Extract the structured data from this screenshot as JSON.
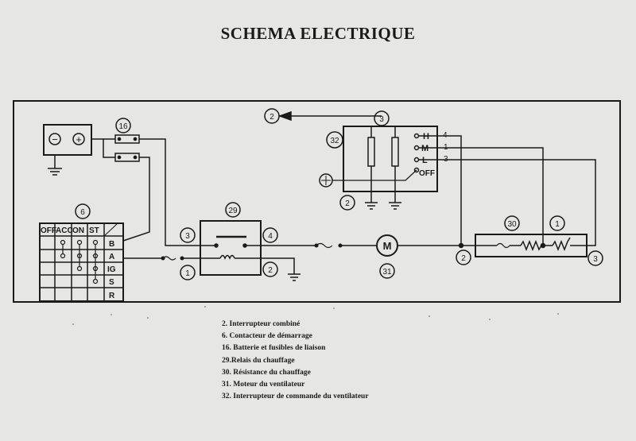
{
  "title": "SCHEMA ELECTRIQUE",
  "battery": {
    "minus": "−",
    "plus": "+"
  },
  "labels": {
    "n2_top": "2",
    "n3_top": "3",
    "n16": "16",
    "n32": "32",
    "n2_sw": "2",
    "n6": "6",
    "n29": "29",
    "n3_relay": "3",
    "n4_relay": "4",
    "n1_relay": "1",
    "n2_relay": "2",
    "n31": "31",
    "n2_wire": "2",
    "n30": "30",
    "n1_res": "1",
    "n3_res": "3"
  },
  "fan_switch": {
    "positions": [
      "H",
      "M",
      "L",
      "OFF"
    ],
    "wire_numbers": [
      "4",
      "1",
      "3"
    ]
  },
  "ignition": {
    "columns": [
      "OFF",
      "ACC",
      "ON",
      "ST"
    ],
    "rows": [
      "B",
      "A",
      "IG",
      "S",
      "R"
    ]
  },
  "motor_symbol": "M",
  "legend": [
    "2. Interrupteur combiné",
    "6. Contacteur de démarrage",
    "16. Batterie et fusibles de liaison",
    "29.Relais du chauffage",
    "30. Résistance du chauffage",
    "31. Moteur du ventilateur",
    "32. Interrupteur de commande du ventilateur"
  ]
}
